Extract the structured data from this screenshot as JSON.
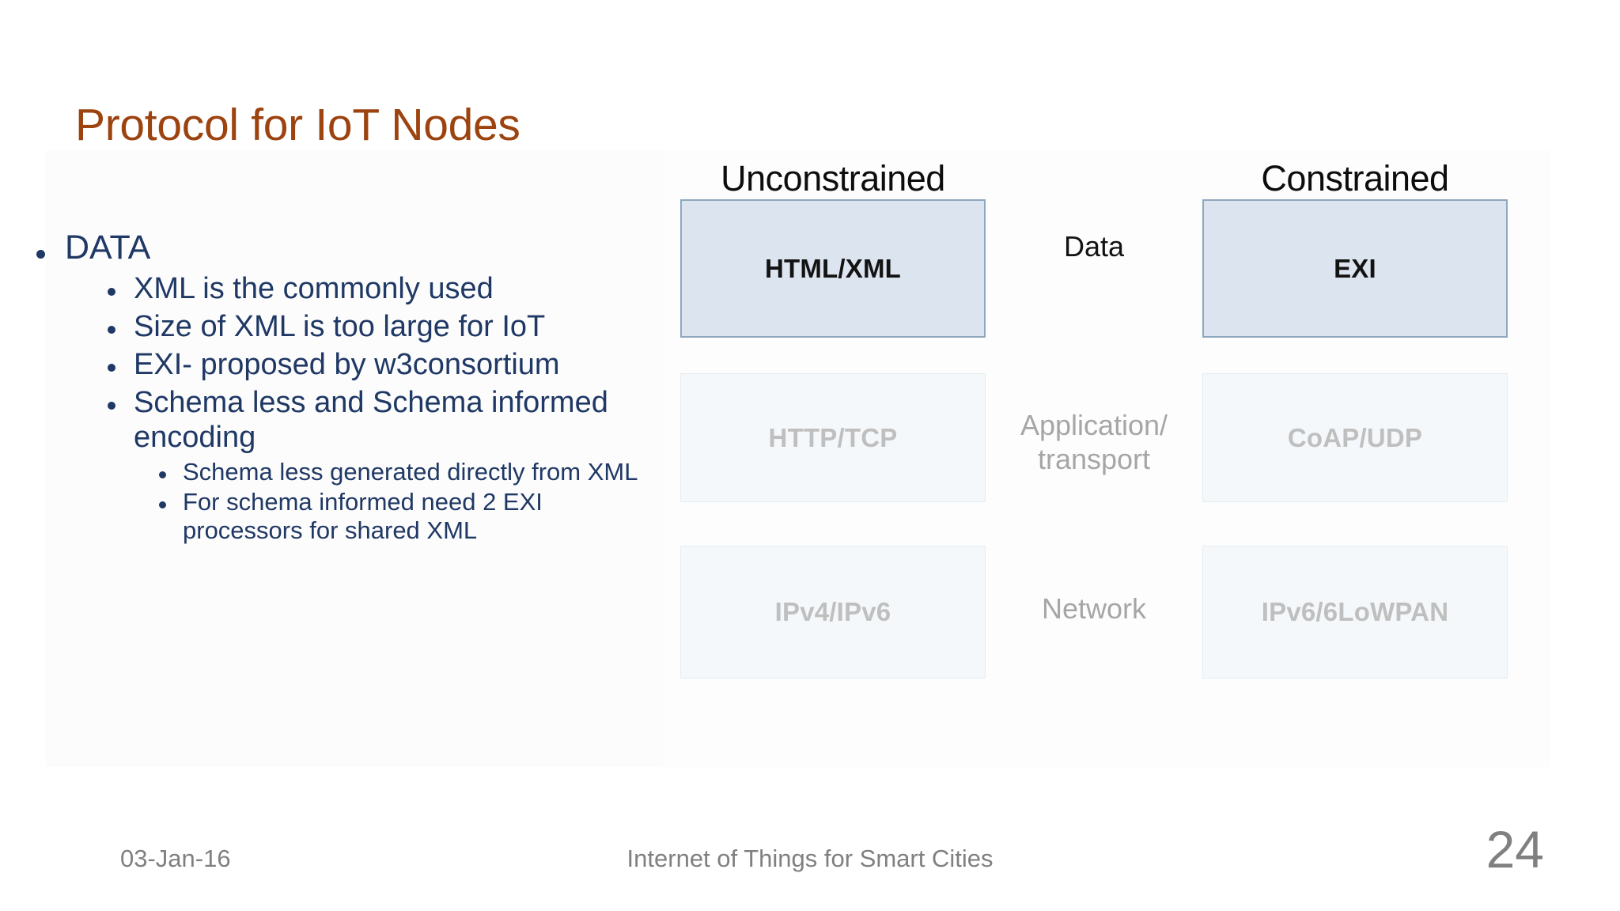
{
  "slide": {
    "title": "Protocol for IoT Nodes",
    "title_color": "#9c4310",
    "body_color": "#1f3864",
    "background": "#ffffff"
  },
  "bullets": [
    {
      "level": 1,
      "text": "DATA"
    },
    {
      "level": 2,
      "text": "XML is the commonly used"
    },
    {
      "level": 2,
      "text": "Size of XML is too large for IoT"
    },
    {
      "level": 2,
      "text": "EXI- proposed by w3consortium"
    },
    {
      "level": 2,
      "text": "Schema less and Schema informed encoding"
    },
    {
      "level": 3,
      "text": "Schema less generated directly from XML"
    },
    {
      "level": 3,
      "text": "For schema informed need 2 EXI processors for shared XML"
    }
  ],
  "diagram": {
    "columns": {
      "left_header": "Unconstrained",
      "right_header": "Constrained"
    },
    "rows": [
      {
        "middle_label": "Data",
        "left_box": "HTML/XML",
        "right_box": "EXI",
        "highlighted": true
      },
      {
        "middle_label": "Application/ transport",
        "left_box": "HTTP/TCP",
        "right_box": "CoAP/UDP",
        "highlighted": false
      },
      {
        "middle_label": "Network",
        "left_box": "IPv4/IPv6",
        "right_box": "IPv6/6LoWPAN",
        "highlighted": false
      }
    ],
    "colors": {
      "highlight_fill": "#dce4ef",
      "highlight_border": "#8fa7be",
      "dim_fill": "#f5f8fa",
      "dim_border": "#e6ecef",
      "dim_text": "#bfbfbf",
      "highlight_text": "#131313"
    }
  },
  "footer": {
    "date": "03-Jan-16",
    "center_text": "Internet of Things for Smart Cities",
    "page_number": "24",
    "color": "#808080"
  }
}
